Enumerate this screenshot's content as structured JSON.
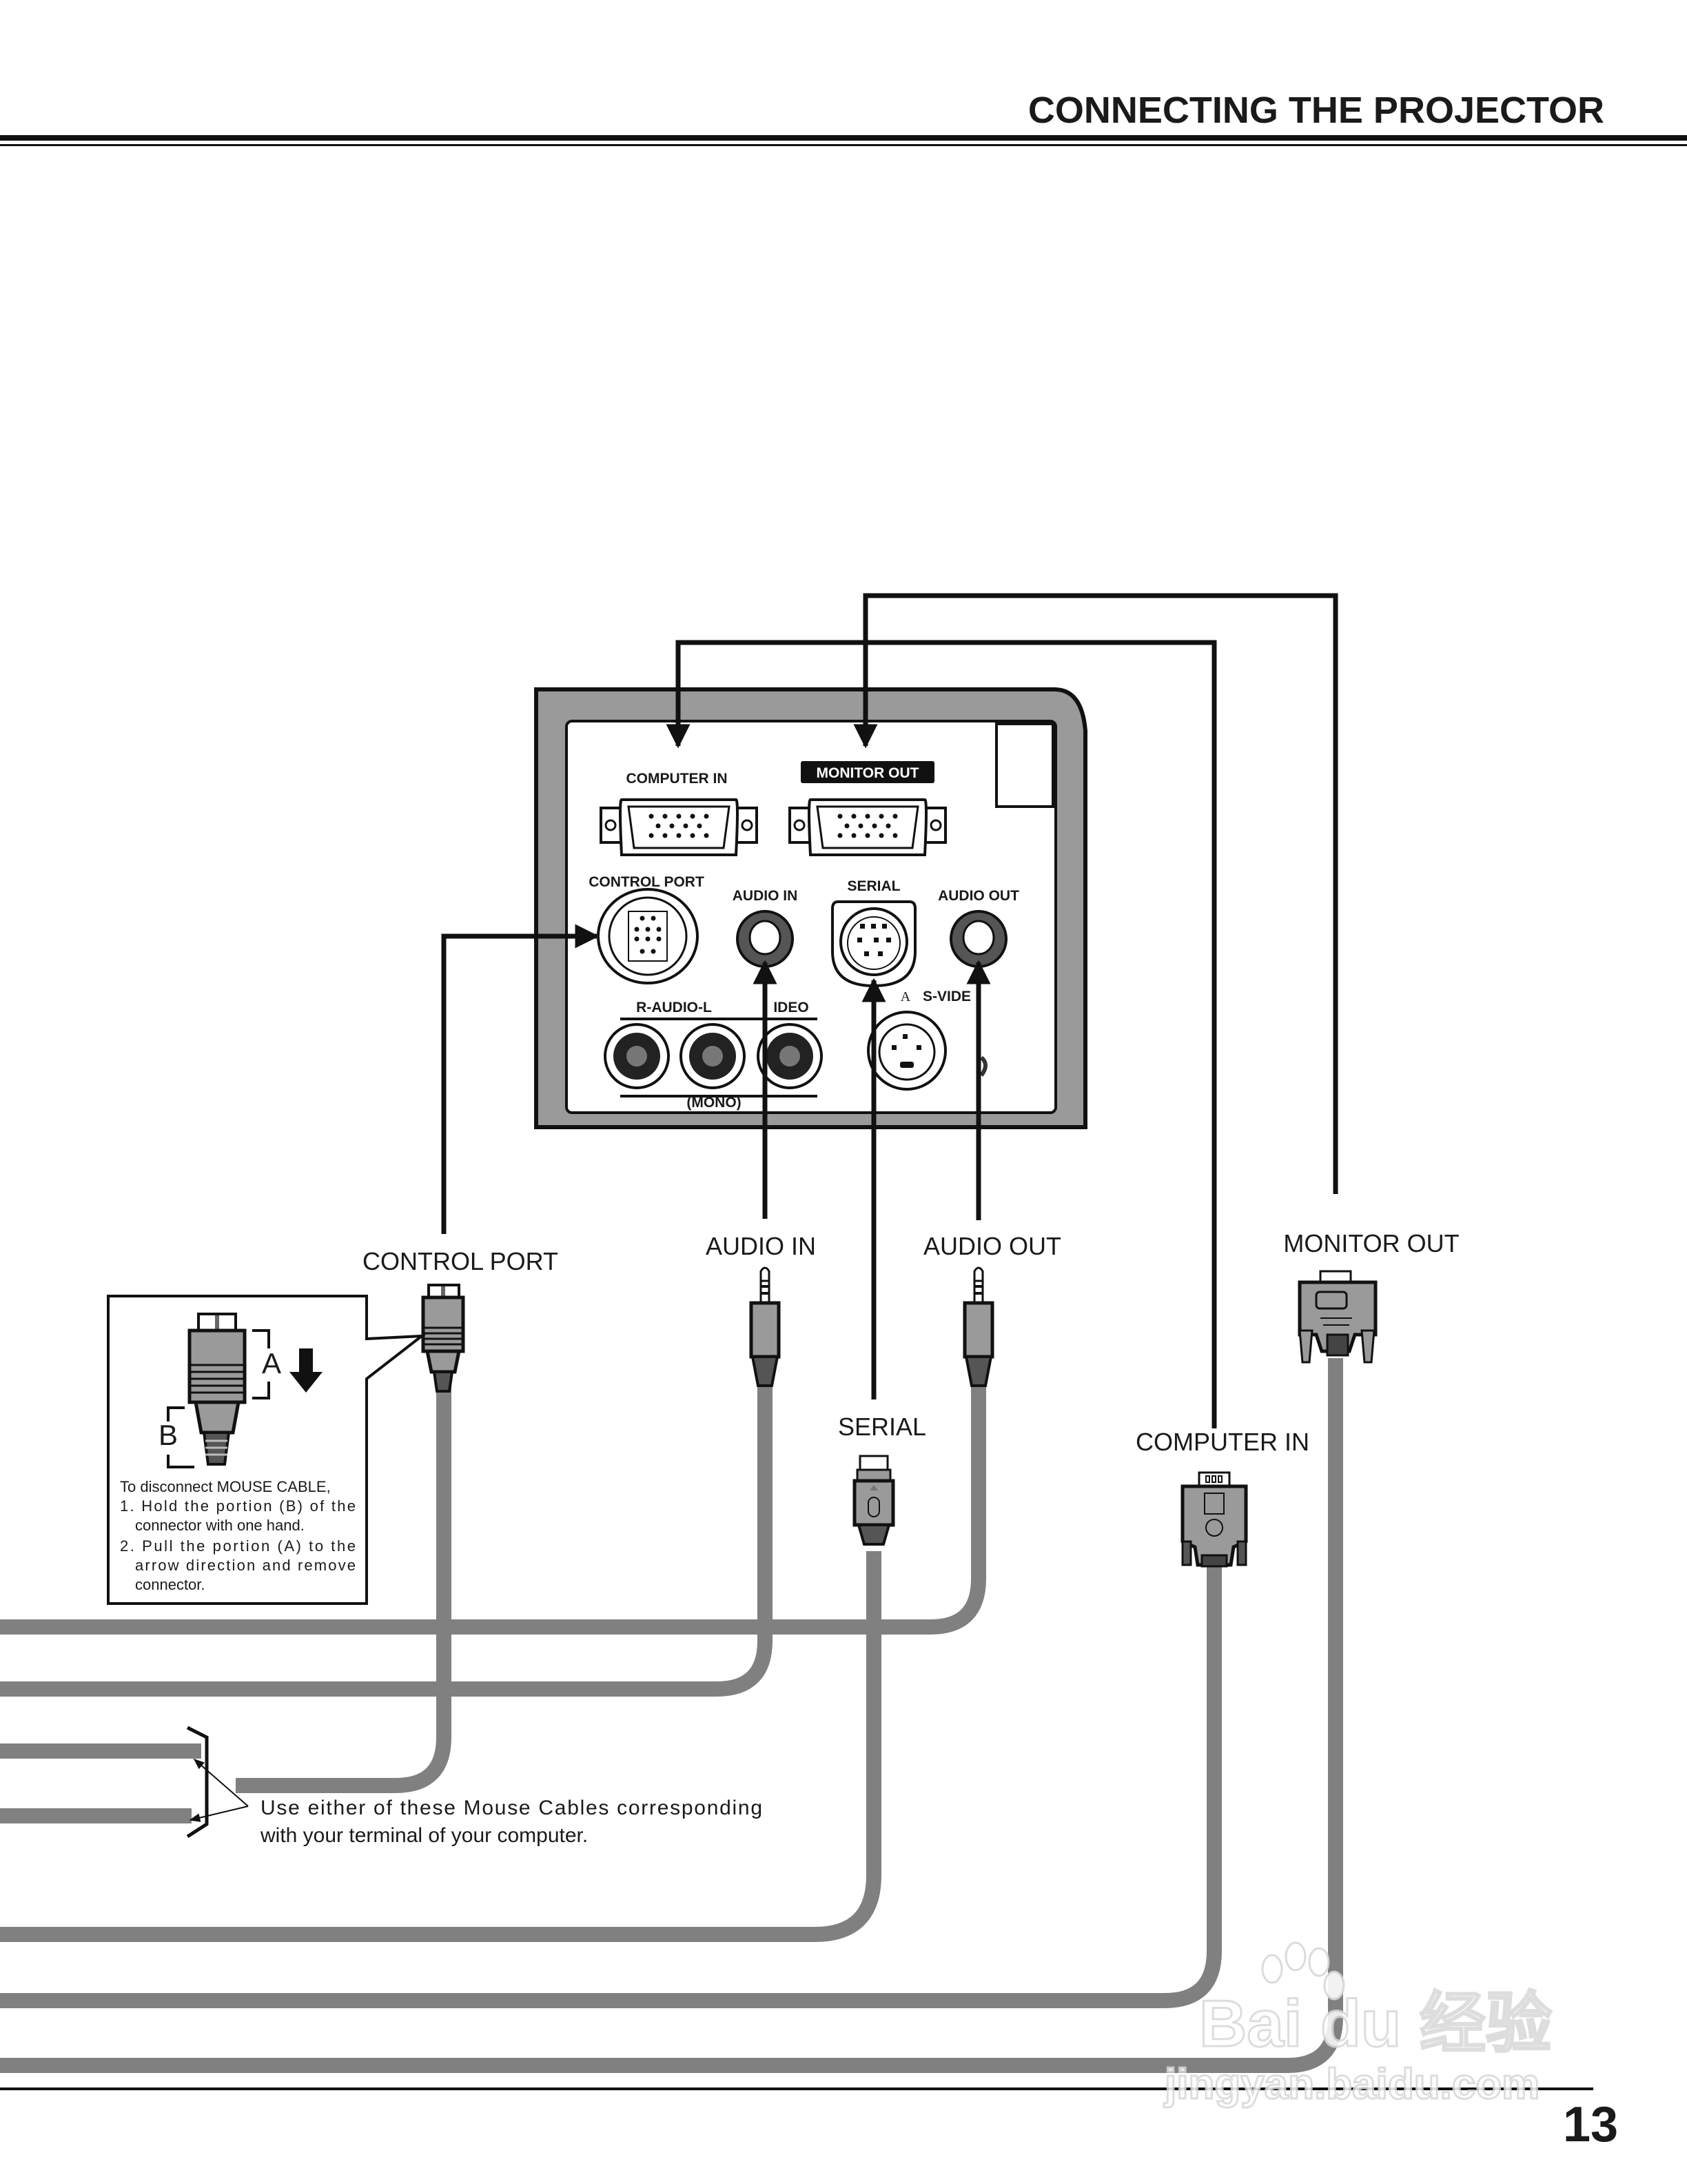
{
  "header": {
    "title": "CONNECTING THE PROJECTOR"
  },
  "panel": {
    "labels": {
      "computer_in": "COMPUTER IN",
      "monitor_out": "MONITOR OUT",
      "control_port": "CONTROL PORT",
      "audio_in": "AUDIO IN",
      "serial": "SERIAL",
      "audio_out": "AUDIO OUT",
      "r_audio_l": "R-AUDIO-L",
      "video": "IDEO",
      "s_video": "S-VIDE",
      "s_video_prefix": "A",
      "mono": "(MONO)"
    }
  },
  "cables": {
    "control_port": "CONTROL PORT",
    "audio_in": "AUDIO IN",
    "audio_out": "AUDIO OUT",
    "monitor_out": "MONITOR OUT",
    "serial": "SERIAL",
    "computer_in": "COMPUTER IN"
  },
  "callout": {
    "label_a": "A",
    "label_b": "B",
    "lines": [
      "To disconnect MOUSE CABLE,",
      "1. Hold the portion (B) of the",
      "connector with one hand.",
      "2. Pull the portion (A) to the",
      "arrow direction and remove",
      "connector."
    ]
  },
  "mouse_note": {
    "lines": [
      "Use either of these Mouse Cables corresponding",
      "with your terminal of your computer."
    ]
  },
  "footer": {
    "page_number": "13"
  },
  "watermark": {
    "brand": "Bai du 经验",
    "url": "jingyan.baidu.com"
  },
  "colors": {
    "ink": "#1a1a1a",
    "cable": "#808080",
    "panel": "#9a9a9a",
    "jack_ring": "#555555"
  }
}
